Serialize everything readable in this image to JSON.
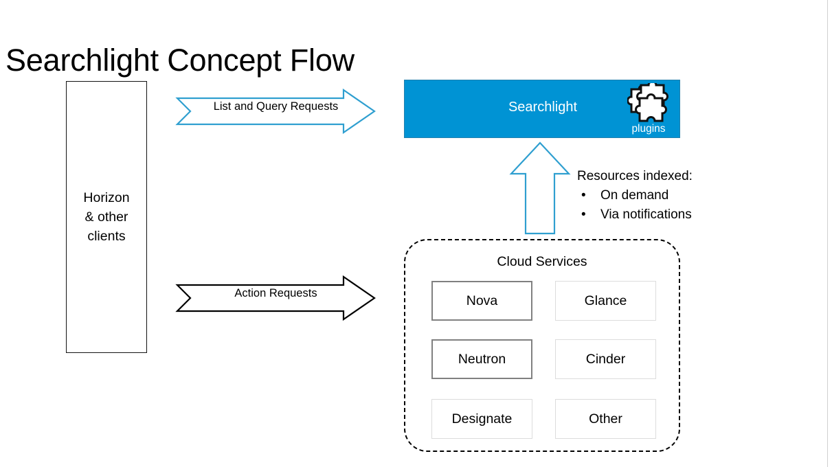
{
  "slide": {
    "title": "Searchlight Concept Flow"
  },
  "clients": {
    "label": "Horizon\n& other\nclients"
  },
  "arrows": {
    "query": {
      "label": "List and Query Requests",
      "color": "#2f9fd0",
      "direction": "right"
    },
    "action": {
      "label": "Action Requests",
      "color": "#000000",
      "direction": "right"
    },
    "up": {
      "label": "",
      "color": "#2f9fd0",
      "direction": "up"
    }
  },
  "searchlight": {
    "title": "Searchlight",
    "plugins_label": "plugins",
    "background": "#0093d4",
    "text_color": "#ffffff"
  },
  "resources": {
    "heading": "Resources indexed:",
    "bullet_glyph": "•",
    "items": [
      "On demand",
      "Via notifications"
    ]
  },
  "cloud_services": {
    "title": "Cloud Services",
    "boxes": [
      {
        "label": "Nova",
        "accent": "dark"
      },
      {
        "label": "Glance",
        "accent": "light"
      },
      {
        "label": "Neutron",
        "accent": "dark"
      },
      {
        "label": "Cinder",
        "accent": "light"
      },
      {
        "label": "Designate",
        "accent": "light"
      },
      {
        "label": "Other",
        "accent": "light"
      }
    ]
  }
}
